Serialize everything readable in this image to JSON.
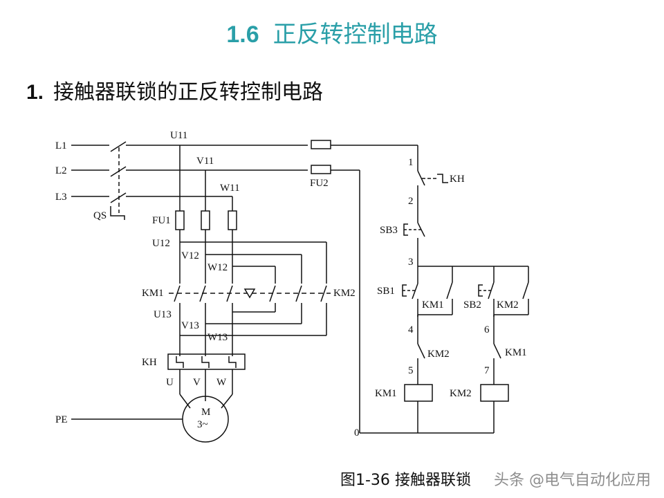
{
  "header": {
    "number": "1.6",
    "title": "正反转控制电路"
  },
  "section": {
    "number": "1.",
    "title": "接触器联锁的正反转控制电路"
  },
  "labels": {
    "l1": "L1",
    "l2": "L2",
    "l3": "L3",
    "qs": "QS",
    "pe": "PE",
    "u11": "U11",
    "v11": "V11",
    "w11": "W11",
    "fu1": "FU1",
    "fu2": "FU2",
    "u12": "U12",
    "v12": "V12",
    "w12": "W12",
    "km1_main": "KM1",
    "km2_main": "KM2",
    "u13": "U13",
    "v13": "V13",
    "w13": "W13",
    "kh_main": "KH",
    "u": "U",
    "v": "V",
    "w": "W",
    "motor_m": "M",
    "motor_3": "3~",
    "kh_ctrl": "KH",
    "sb3": "SB3",
    "sb1": "SB1",
    "sb2": "SB2",
    "km1_seal": "KM1",
    "km2_seal": "KM2",
    "km2_nc": "KM2",
    "km1_nc": "KM1",
    "km1_coil": "KM1",
    "km2_coil": "KM2",
    "n1": "1",
    "n2": "2",
    "n3": "3",
    "n4": "4",
    "n5": "5",
    "n6": "6",
    "n7": "7",
    "n0": "0"
  },
  "caption": {
    "figure": "图1-36",
    "text": "接触器联锁"
  },
  "watermark": {
    "text": "头条 @电气自动化应用"
  }
}
